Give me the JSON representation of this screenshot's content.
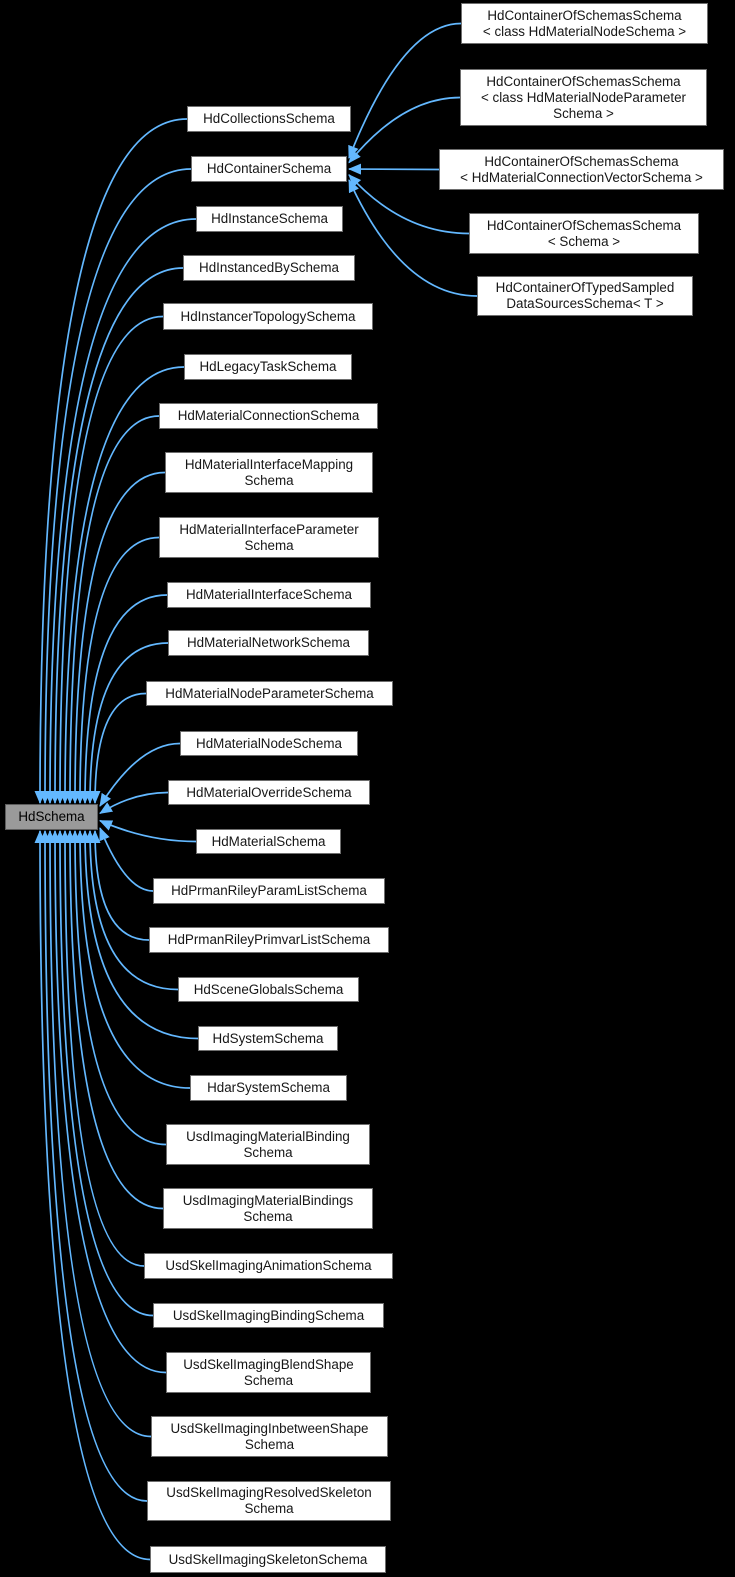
{
  "diagram": {
    "type": "class-inheritance-graph",
    "colors": {
      "background": "#000000",
      "edge": "#63b8ff",
      "node_fill": "#ffffff",
      "node_border": "#6e6e6e",
      "node_text": "#161616",
      "root_fill": "#9a9a9a"
    },
    "nodes": {
      "hdschema": {
        "label": "HdSchema"
      },
      "hdcollections": {
        "label": "HdCollectionsSchema"
      },
      "hdcontainerschema": {
        "label": "HdContainerSchema"
      },
      "hdinstance": {
        "label": "HdInstanceSchema"
      },
      "hdinstancedby": {
        "label": "HdInstancedBySchema"
      },
      "hdinstancertopology": {
        "label": "HdInstancerTopologySchema"
      },
      "hdlegacytask": {
        "label": "HdLegacyTaskSchema"
      },
      "hdmaterialconnection": {
        "label": "HdMaterialConnectionSchema"
      },
      "hdmaterialinterfacemapping": {
        "label": "HdMaterialInterfaceMapping\nSchema"
      },
      "hdmaterialinterfaceparameter": {
        "label": "HdMaterialInterfaceParameter\nSchema"
      },
      "hdmaterialinterface": {
        "label": "HdMaterialInterfaceSchema"
      },
      "hdmaterialnetwork": {
        "label": "HdMaterialNetworkSchema"
      },
      "hdmaterialnodeparameter": {
        "label": "HdMaterialNodeParameterSchema"
      },
      "hdmaterialnode": {
        "label": "HdMaterialNodeSchema"
      },
      "hdmaterialoverride": {
        "label": "HdMaterialOverrideSchema"
      },
      "hdmaterial": {
        "label": "HdMaterialSchema"
      },
      "hdprmanrileyparamlist": {
        "label": "HdPrmanRileyParamListSchema"
      },
      "hdprmanrileyprimvarlist": {
        "label": "HdPrmanRileyPrimvarListSchema"
      },
      "hdsceneglobals": {
        "label": "HdSceneGlobalsSchema"
      },
      "hdsystem": {
        "label": "HdSystemSchema"
      },
      "hdarsystem": {
        "label": "HdarSystemSchema"
      },
      "usdimagingmaterialbinding": {
        "label": "UsdImagingMaterialBinding\nSchema"
      },
      "usdimagingmaterialbindings": {
        "label": "UsdImagingMaterialBindings\nSchema"
      },
      "usdskelimaginganimation": {
        "label": "UsdSkelImagingAnimationSchema"
      },
      "usdskelimagingbinding": {
        "label": "UsdSkelImagingBindingSchema"
      },
      "usdskelimagingblendshape": {
        "label": "UsdSkelImagingBlendShape\nSchema"
      },
      "usdskelimaginginbetweenshape": {
        "label": "UsdSkelImagingInbetweenShape\nSchema"
      },
      "usdskelimagingresolvedskeleton": {
        "label": "UsdSkelImagingResolvedSkeleton\nSchema"
      },
      "usdskelimagingskeleton": {
        "label": "UsdSkelImagingSkeletonSchema"
      },
      "cos_materialnode": {
        "label": "HdContainerOfSchemasSchema\n< class HdMaterialNodeSchema >"
      },
      "cos_materialnodeparameter": {
        "label": "HdContainerOfSchemasSchema\n< class HdMaterialNodeParameter\nSchema >"
      },
      "cos_materialconnectionvector": {
        "label": "HdContainerOfSchemasSchema\n< HdMaterialConnectionVectorSchema >"
      },
      "cos_schema": {
        "label": "HdContainerOfSchemasSchema\n< Schema >"
      },
      "cotsd_t": {
        "label": "HdContainerOfTypedSampled\nDataSourcesSchema< T >"
      }
    }
  }
}
